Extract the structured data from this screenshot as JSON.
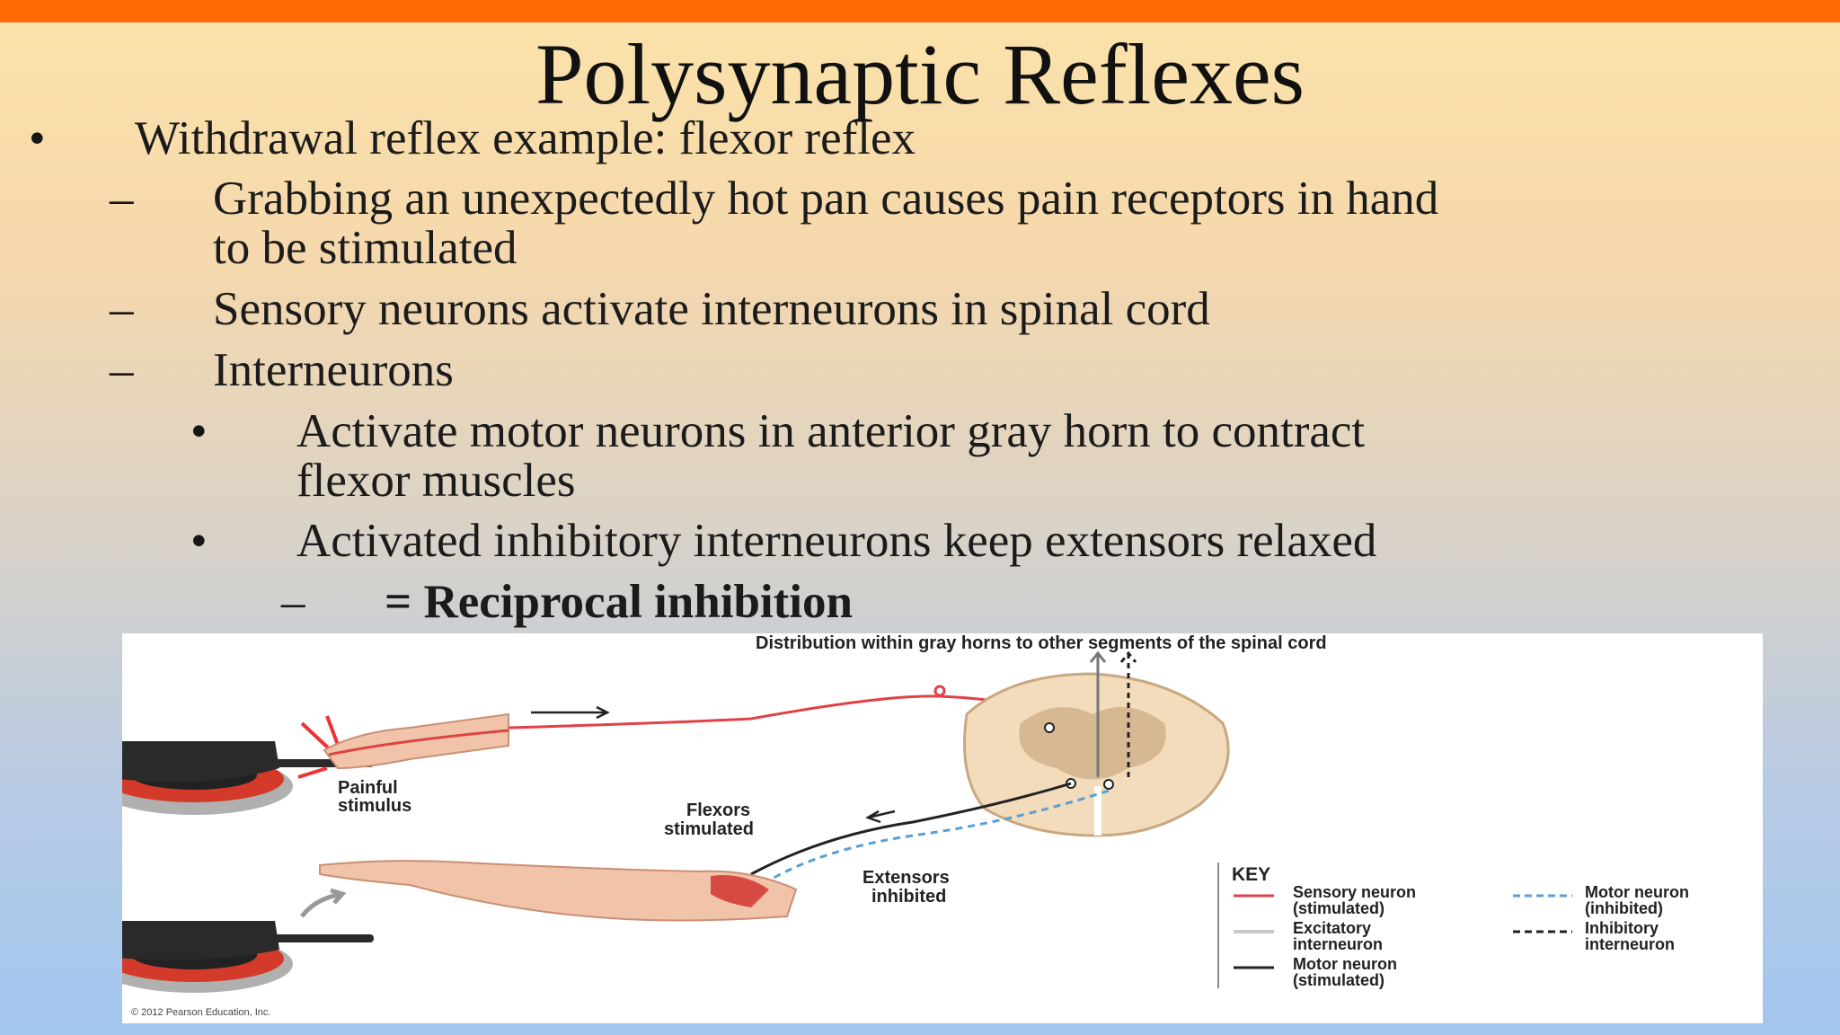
{
  "title": "Polysynaptic Reflexes",
  "bullets": {
    "b1": "Withdrawal reflex example: flexor reflex",
    "b1_1a": "Grabbing an unexpectedly hot pan causes pain receptors in hand",
    "b1_1b": "to be stimulated",
    "b1_2": "Sensory neurons activate interneurons in spinal cord",
    "b1_3": "Interneurons",
    "b1_3_1a": "Activate motor neurons in anterior gray horn to contract",
    "b1_3_1b": "flexor muscles",
    "b1_3_2": "Activated inhibitory interneurons keep extensors relaxed",
    "b1_3_2_1": "= Reciprocal inhibition"
  },
  "markers": {
    "bullet": "•",
    "dash": "–"
  },
  "figure": {
    "distribution_label": "Distribution within gray horns to other segments of the spinal cord",
    "painful_stimulus": [
      "Painful",
      "stimulus"
    ],
    "flexors": [
      "Flexors",
      "stimulated"
    ],
    "extensors": [
      "Extensors",
      "inhibited"
    ],
    "key_title": "KEY",
    "key": [
      {
        "label": [
          "Sensory neuron",
          "(stimulated)"
        ],
        "color": "#e0404a",
        "style": "solid"
      },
      {
        "label": [
          "Excitatory",
          "interneuron"
        ],
        "color": "#c8c8c8",
        "style": "solid"
      },
      {
        "label": [
          "Motor neuron",
          "(stimulated)"
        ],
        "color": "#222222",
        "style": "solid"
      },
      {
        "label": [
          "Motor neuron",
          "(inhibited)"
        ],
        "color": "#5a9fd4",
        "style": "dashed"
      },
      {
        "label": [
          "Inhibitory",
          "interneuron"
        ],
        "color": "#222222",
        "style": "dashed"
      }
    ],
    "copyright": "© 2012 Pearson Education, Inc."
  }
}
